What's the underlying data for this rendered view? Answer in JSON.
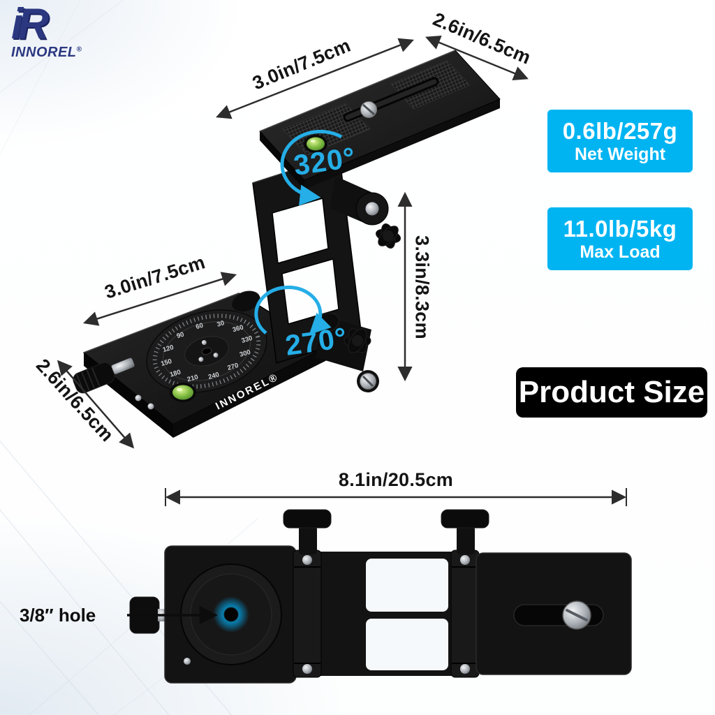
{
  "logo": {
    "monogram": "iR",
    "name": "INNOREL",
    "registered": "®"
  },
  "badges": {
    "net_weight": {
      "value": "0.6lb/257g",
      "label": "Net Weight"
    },
    "max_load": {
      "value": "11.0lb/5kg",
      "label": "Max Load"
    },
    "product_size": "Product Size"
  },
  "dimensions": {
    "top_plate_length": "3.0in/7.5cm",
    "top_plate_width": "2.6in/6.5cm",
    "pan_rotation": "320°",
    "column_height": "3.3in/8.3cm",
    "base_plate_length": "3.0in/7.5cm",
    "tilt_rotation": "270°",
    "base_plate_width": "2.6in/6.5cm",
    "folded_length": "8.1in/20.5cm"
  },
  "annotations": {
    "hole_label": "3/8″ hole"
  },
  "product": {
    "brand_engraving": "INNOREL®",
    "dial_numbers": [
      "30",
      "60",
      "90",
      "120",
      "150",
      "180",
      "210",
      "240",
      "270",
      "300",
      "330",
      "360"
    ]
  },
  "colors": {
    "accent_cyan": "#00b4f2",
    "rotation_arrow": "#25aee7",
    "badge_black": "#000000",
    "bubble_green": "#7cb83e"
  }
}
